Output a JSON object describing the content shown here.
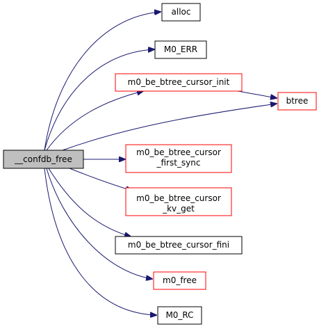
{
  "colors": {
    "edge": "#191970",
    "node_black_border": "#000000",
    "node_red_border": "#ff0000",
    "root_fill": "#bfbfbf",
    "node_fill": "#ffffff"
  },
  "nodes": {
    "confdb_free": {
      "lines": [
        "__confdb_free"
      ],
      "border": "black",
      "root": true
    },
    "alloc": {
      "lines": [
        "alloc"
      ],
      "border": "black"
    },
    "m0_err": {
      "lines": [
        "M0_ERR"
      ],
      "border": "black"
    },
    "cursor_init": {
      "lines": [
        "m0_be_btree_cursor_init"
      ],
      "border": "red"
    },
    "btree": {
      "lines": [
        "btree"
      ],
      "border": "red"
    },
    "cursor_first_sync": {
      "lines": [
        "m0_be_btree_cursor",
        "_first_sync"
      ],
      "border": "red"
    },
    "cursor_kv_get": {
      "lines": [
        "m0_be_btree_cursor",
        "_kv_get"
      ],
      "border": "red"
    },
    "cursor_fini": {
      "lines": [
        "m0_be_btree_cursor_fini"
      ],
      "border": "black"
    },
    "m0_free": {
      "lines": [
        "m0_free"
      ],
      "border": "red"
    },
    "m0_rc": {
      "lines": [
        "M0_RC"
      ],
      "border": "black"
    }
  },
  "edges": [
    {
      "from": "confdb_free",
      "to": "alloc"
    },
    {
      "from": "confdb_free",
      "to": "m0_err"
    },
    {
      "from": "confdb_free",
      "to": "cursor_init"
    },
    {
      "from": "confdb_free",
      "to": "btree"
    },
    {
      "from": "confdb_free",
      "to": "cursor_first_sync"
    },
    {
      "from": "confdb_free",
      "to": "cursor_kv_get"
    },
    {
      "from": "confdb_free",
      "to": "cursor_fini"
    },
    {
      "from": "confdb_free",
      "to": "m0_free"
    },
    {
      "from": "confdb_free",
      "to": "m0_rc"
    },
    {
      "from": "cursor_init",
      "to": "btree"
    }
  ]
}
